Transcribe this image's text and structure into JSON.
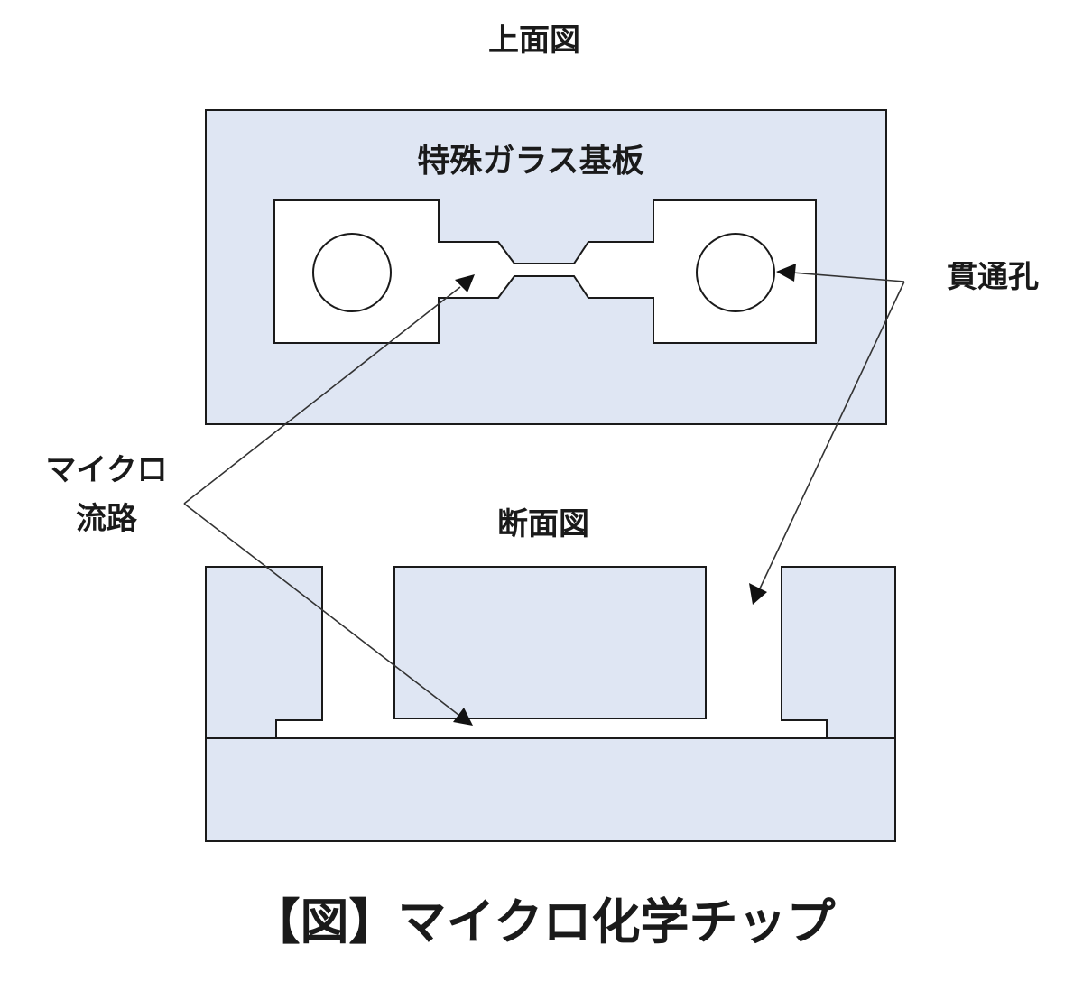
{
  "top_view": {
    "title": "上面図",
    "substrate_label": "特殊ガラス基板"
  },
  "cross_section": {
    "title": "断面図"
  },
  "callouts": {
    "through_hole": "貫通孔",
    "microchannel_line1": "マイクロ",
    "microchannel_line2": "流路"
  },
  "caption": "【図】マイクロ化学チップ",
  "colors": {
    "plate_fill": "#dfe6f3",
    "outline": "#1a1a1a",
    "background": "#ffffff"
  }
}
